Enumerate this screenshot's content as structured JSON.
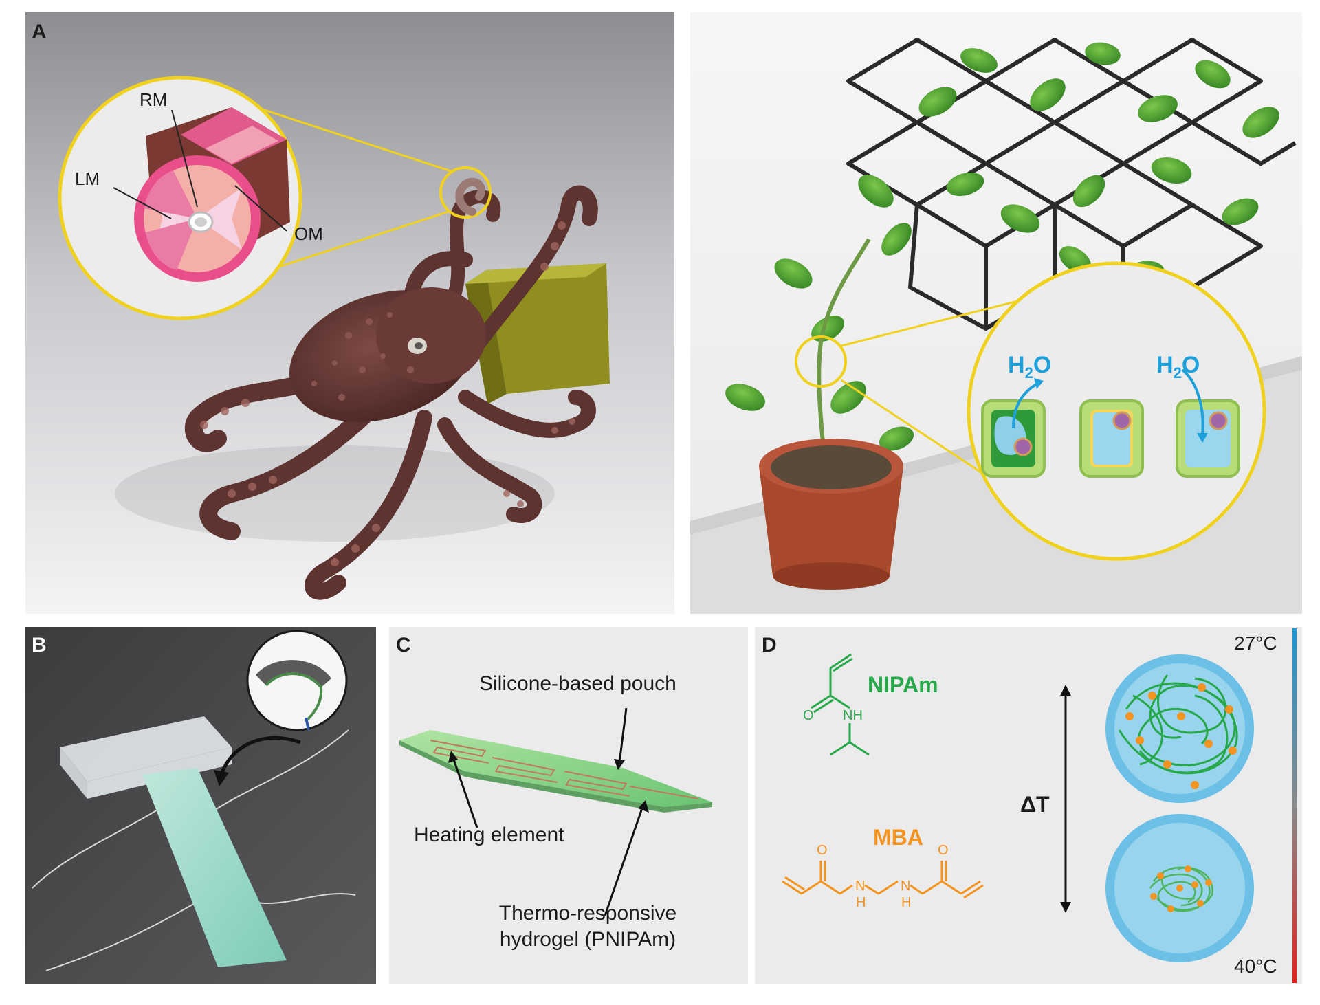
{
  "panels": {
    "A": {
      "label": "A",
      "cross_section": {
        "rm": "RM",
        "lm": "LM",
        "om": "OM"
      },
      "plant_cells": {
        "h2o_out": "H",
        "h2o_out_sub": "2",
        "h2o_out_o": "O",
        "h2o_in": "H",
        "h2o_in_sub": "2",
        "h2o_in_o": "O"
      }
    },
    "B": {
      "label": "B"
    },
    "C": {
      "label": "C",
      "pouch": "Silicone-based pouch",
      "heating": "Heating element",
      "hydrogel_line1": "Thermo-responsive",
      "hydrogel_line2": "hydrogel (PNIPAm)"
    },
    "D": {
      "label": "D",
      "monomer": "NIPAm",
      "monomer_atom_o": "O",
      "monomer_atom_nh": "NH",
      "crosslinker": "MBA",
      "crosslinker_atom_o1": "O",
      "crosslinker_atom_o2": "O",
      "crosslinker_atom_n1": "N",
      "crosslinker_atom_h1": "H",
      "crosslinker_atom_n2": "N",
      "crosslinker_atom_h2": "H",
      "delta": "ΔT",
      "temp_top": "27°C",
      "temp_bottom": "40°C"
    }
  },
  "colors": {
    "nipam_green": "#27a84a",
    "mba_orange": "#f2941f",
    "water_blue": "#1ea0db",
    "callout_yellow": "#f0d21e",
    "octopus": "#6b3b37",
    "cold": "#1e96d2",
    "hot": "#e0231e"
  }
}
